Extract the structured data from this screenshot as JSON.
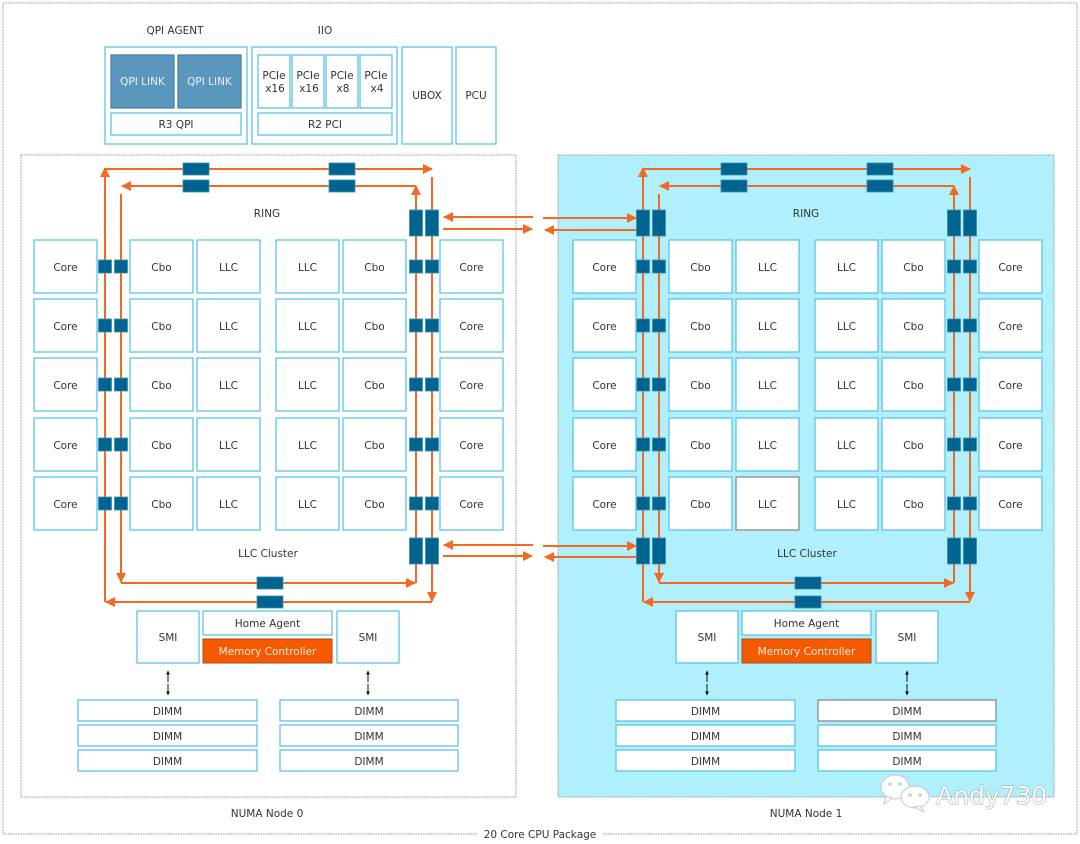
{
  "package_label": "20 Core CPU Package",
  "top": {
    "qpi_agent": {
      "label": "QPI AGENT",
      "links": [
        "QPI LINK",
        "QPI LINK"
      ],
      "bus": "R3 QPI"
    },
    "iio": {
      "label": "IIO",
      "pcie": [
        {
          "name": "PCIe",
          "width": "x16"
        },
        {
          "name": "PCIe",
          "width": "x16"
        },
        {
          "name": "PCIe",
          "width": "x8"
        },
        {
          "name": "PCIe",
          "width": "x4"
        }
      ],
      "bus": "R2 PCI"
    },
    "ubox": "UBOX",
    "pcu": "PCU"
  },
  "nodes": [
    {
      "label": "NUMA Node 0",
      "ring_label": "RING",
      "cluster_label": "LLC Cluster",
      "grid": [
        [
          "Core",
          "Cbo",
          "LLC",
          "LLC",
          "Cbo",
          "Core"
        ],
        [
          "Core",
          "Cbo",
          "LLC",
          "LLC",
          "Cbo",
          "Core"
        ],
        [
          "Core",
          "Cbo",
          "LLC",
          "LLC",
          "Cbo",
          "Core"
        ],
        [
          "Core",
          "Cbo",
          "LLC",
          "LLC",
          "Cbo",
          "Core"
        ],
        [
          "Core",
          "Cbo",
          "LLC",
          "LLC",
          "Cbo",
          "Core"
        ]
      ],
      "highlighted_cells": [],
      "smi": [
        "SMI",
        "SMI"
      ],
      "home_agent": "Home Agent",
      "memory_controller": "Memory Controller",
      "dimms": [
        [
          "DIMM",
          "DIMM",
          "DIMM"
        ],
        [
          "DIMM",
          "DIMM",
          "DIMM"
        ]
      ],
      "highlighted_dimms": [],
      "shaded": false,
      "qpi_stops_left": false
    },
    {
      "label": "NUMA Node 1",
      "ring_label": "RING",
      "cluster_label": "LLC Cluster",
      "grid": [
        [
          "Core",
          "Cbo",
          "LLC",
          "LLC",
          "Cbo",
          "Core"
        ],
        [
          "Core",
          "Cbo",
          "LLC",
          "LLC",
          "Cbo",
          "Core"
        ],
        [
          "Core",
          "Cbo",
          "LLC",
          "LLC",
          "Cbo",
          "Core"
        ],
        [
          "Core",
          "Cbo",
          "LLC",
          "LLC",
          "Cbo",
          "Core"
        ],
        [
          "Core",
          "Cbo",
          "LLC",
          "LLC",
          "Cbo",
          "Core"
        ]
      ],
      "highlighted_cells": [
        [
          4,
          2
        ]
      ],
      "smi": [
        "SMI",
        "SMI"
      ],
      "home_agent": "Home Agent",
      "memory_controller": "Memory Controller",
      "dimms": [
        [
          "DIMM",
          "DIMM",
          "DIMM"
        ],
        [
          "DIMM",
          "DIMM",
          "DIMM"
        ]
      ],
      "highlighted_dimms": [
        [
          1,
          0
        ]
      ],
      "shaded": true,
      "qpi_stops_left": true
    }
  ],
  "colors": {
    "ring": "#f26a22",
    "ring_stop": "#006490",
    "box_border": "#5ec2e6",
    "numa_node_1_background": "#b0f0fc",
    "memory_controller": "#f55a00",
    "qpi_link": "#5b97bd"
  },
  "watermark": {
    "icon": "wechat-icon",
    "text": "Andy730"
  }
}
